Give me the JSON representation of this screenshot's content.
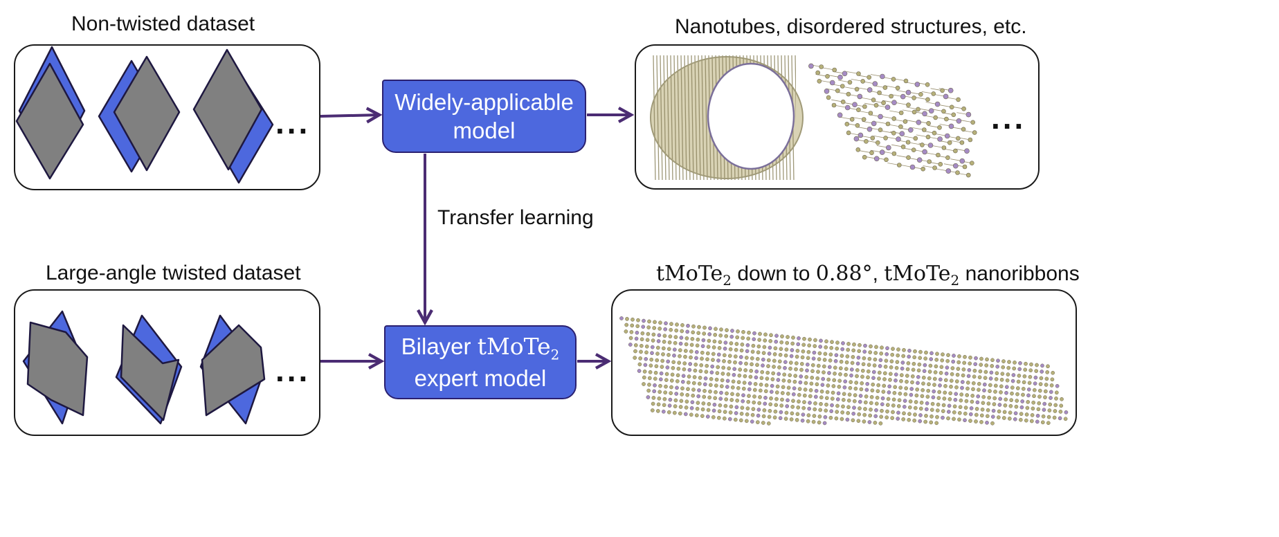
{
  "top_left": {
    "title": "Non-twisted dataset",
    "ellipsis": "..."
  },
  "top_right": {
    "title": "Nanotubes, disordered structures, etc.",
    "ellipsis": "..."
  },
  "bottom_left": {
    "title": "Large-angle twisted dataset",
    "ellipsis": "..."
  },
  "bottom_right": {
    "title_part1": "tMoTe",
    "title_sub1": "2",
    "title_part2": " down to ",
    "title_angle": "0.88°",
    "title_part3": ", ",
    "title_part4": "tMoTe",
    "title_sub2": "2",
    "title_part5": " nanoribbons"
  },
  "model_top": {
    "line1": "Widely-applicable",
    "line2": "model"
  },
  "model_bottom": {
    "line1_a": "Bilayer ",
    "line1_b": "tMoTe",
    "line1_sub": "2",
    "line2": "expert model"
  },
  "transfer_label": "Transfer learning",
  "colors": {
    "blue": "#4d68de",
    "gray": "#808080",
    "arrow": "#4b2c73",
    "atom_gold": "#b6b07a",
    "atom_purple": "#a58bc4"
  }
}
